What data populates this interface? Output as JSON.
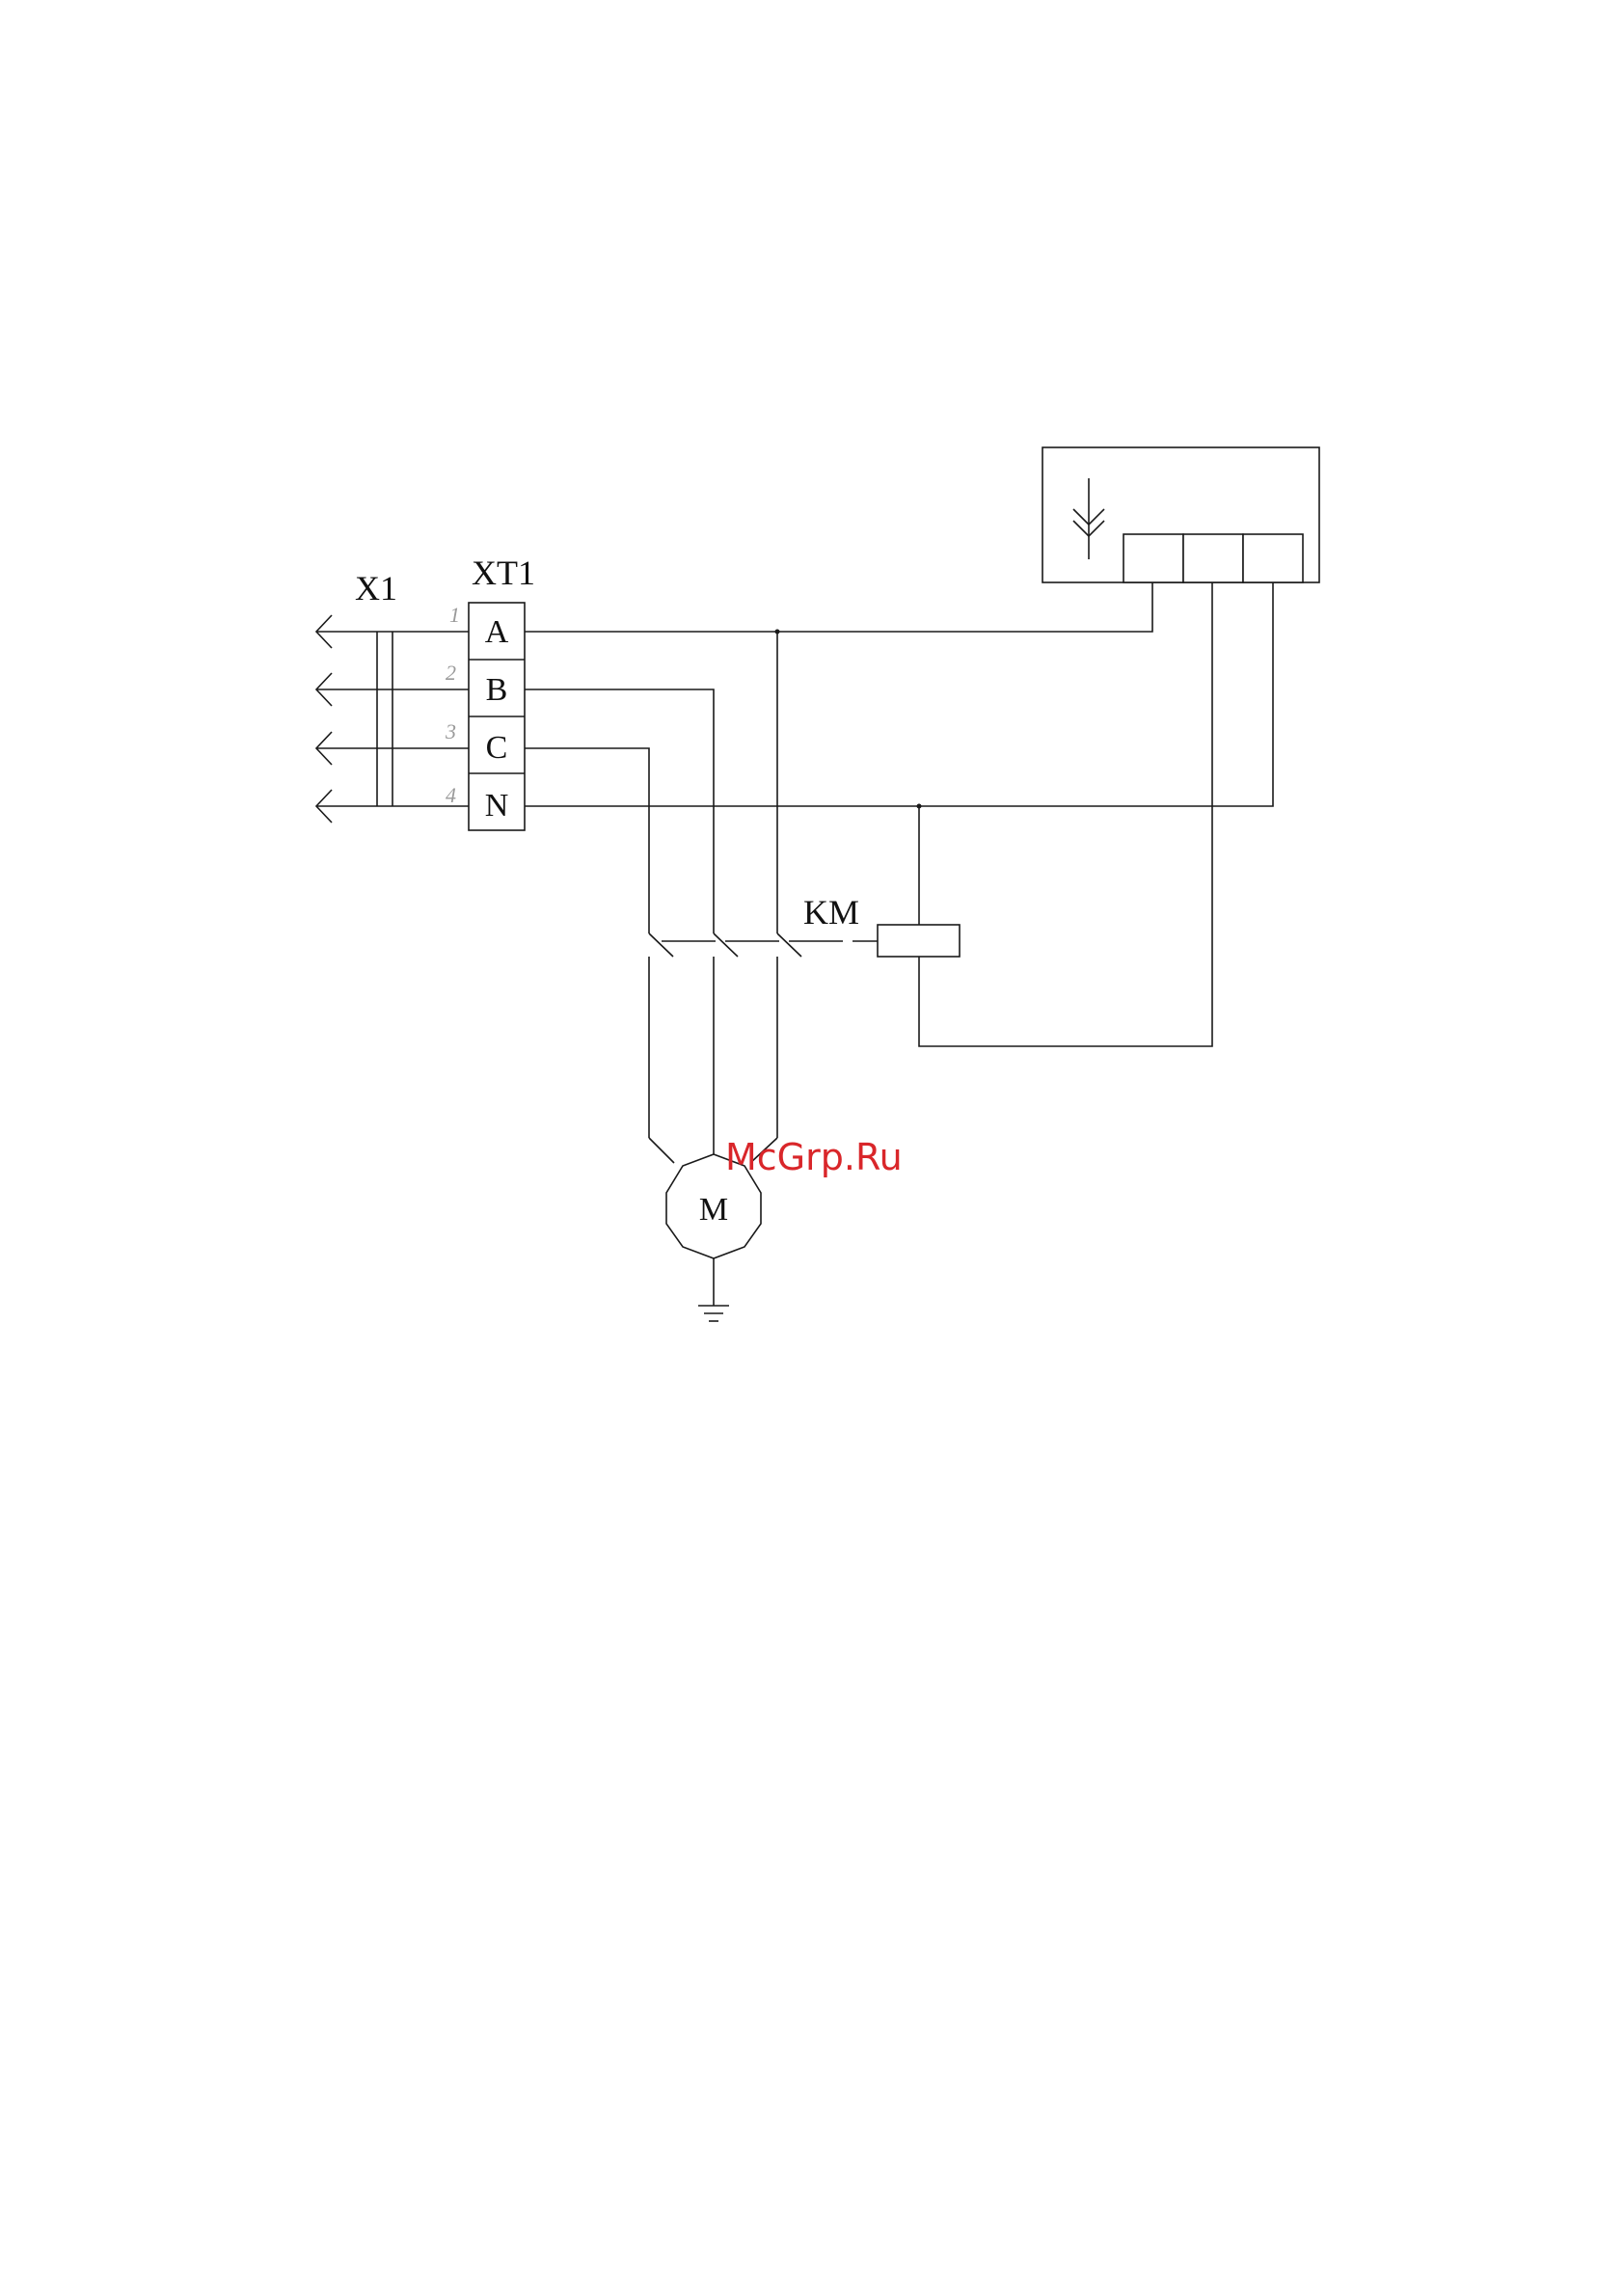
{
  "labels": {
    "connector": "X1",
    "terminal_block": "XT1",
    "contactor": "KM",
    "motor": "M"
  },
  "terminals": [
    {
      "pin": "1",
      "name": "A"
    },
    {
      "pin": "2",
      "name": "B"
    },
    {
      "pin": "3",
      "name": "C"
    },
    {
      "pin": "4",
      "name": "N"
    }
  ],
  "watermark": "McGrp.Ru",
  "icons": {
    "controller": "down-arrow-icon",
    "connector": "plug-arrow-icon",
    "ground": "ground-icon"
  },
  "colors": {
    "line": "#1a1a1a",
    "pin_number": "#9a9a9a",
    "watermark": "#d9262a"
  }
}
